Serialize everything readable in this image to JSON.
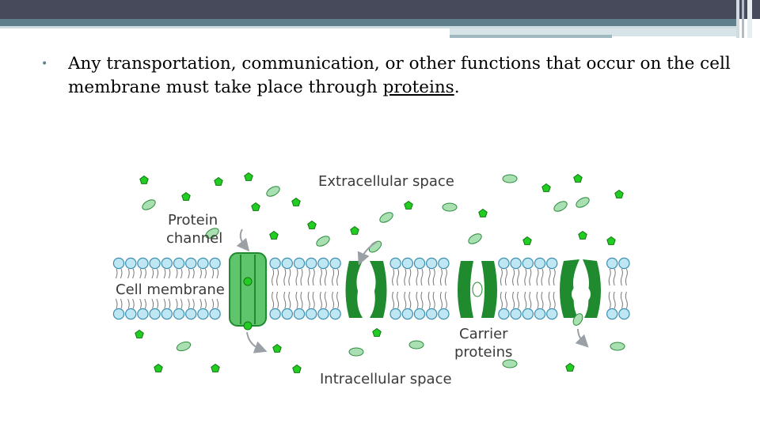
{
  "slide": {
    "bullet_prefix": "Any transportation, communication, or other functions that occur on the cell membrane must take place through ",
    "bullet_link": "proteins",
    "bullet_suffix": "."
  },
  "diagram": {
    "extracellular_label": "Extracellular space",
    "intracellular_label": "Intracellular space",
    "protein_channel_label_1": "Protein",
    "protein_channel_label_2": "channel",
    "cell_membrane_label": "Cell membrane",
    "carrier_label_1": "Carrier",
    "carrier_label_2": "proteins"
  },
  "colors": {
    "header": "#464a5a",
    "stripe": "#5f7f8c",
    "lipid_head": "#bfe6f3",
    "protein_dark": "#1f8a2e",
    "channel": "#5fc46b",
    "molecule_green": "#22cc22",
    "molecule_oval": "#a8e0b2"
  }
}
